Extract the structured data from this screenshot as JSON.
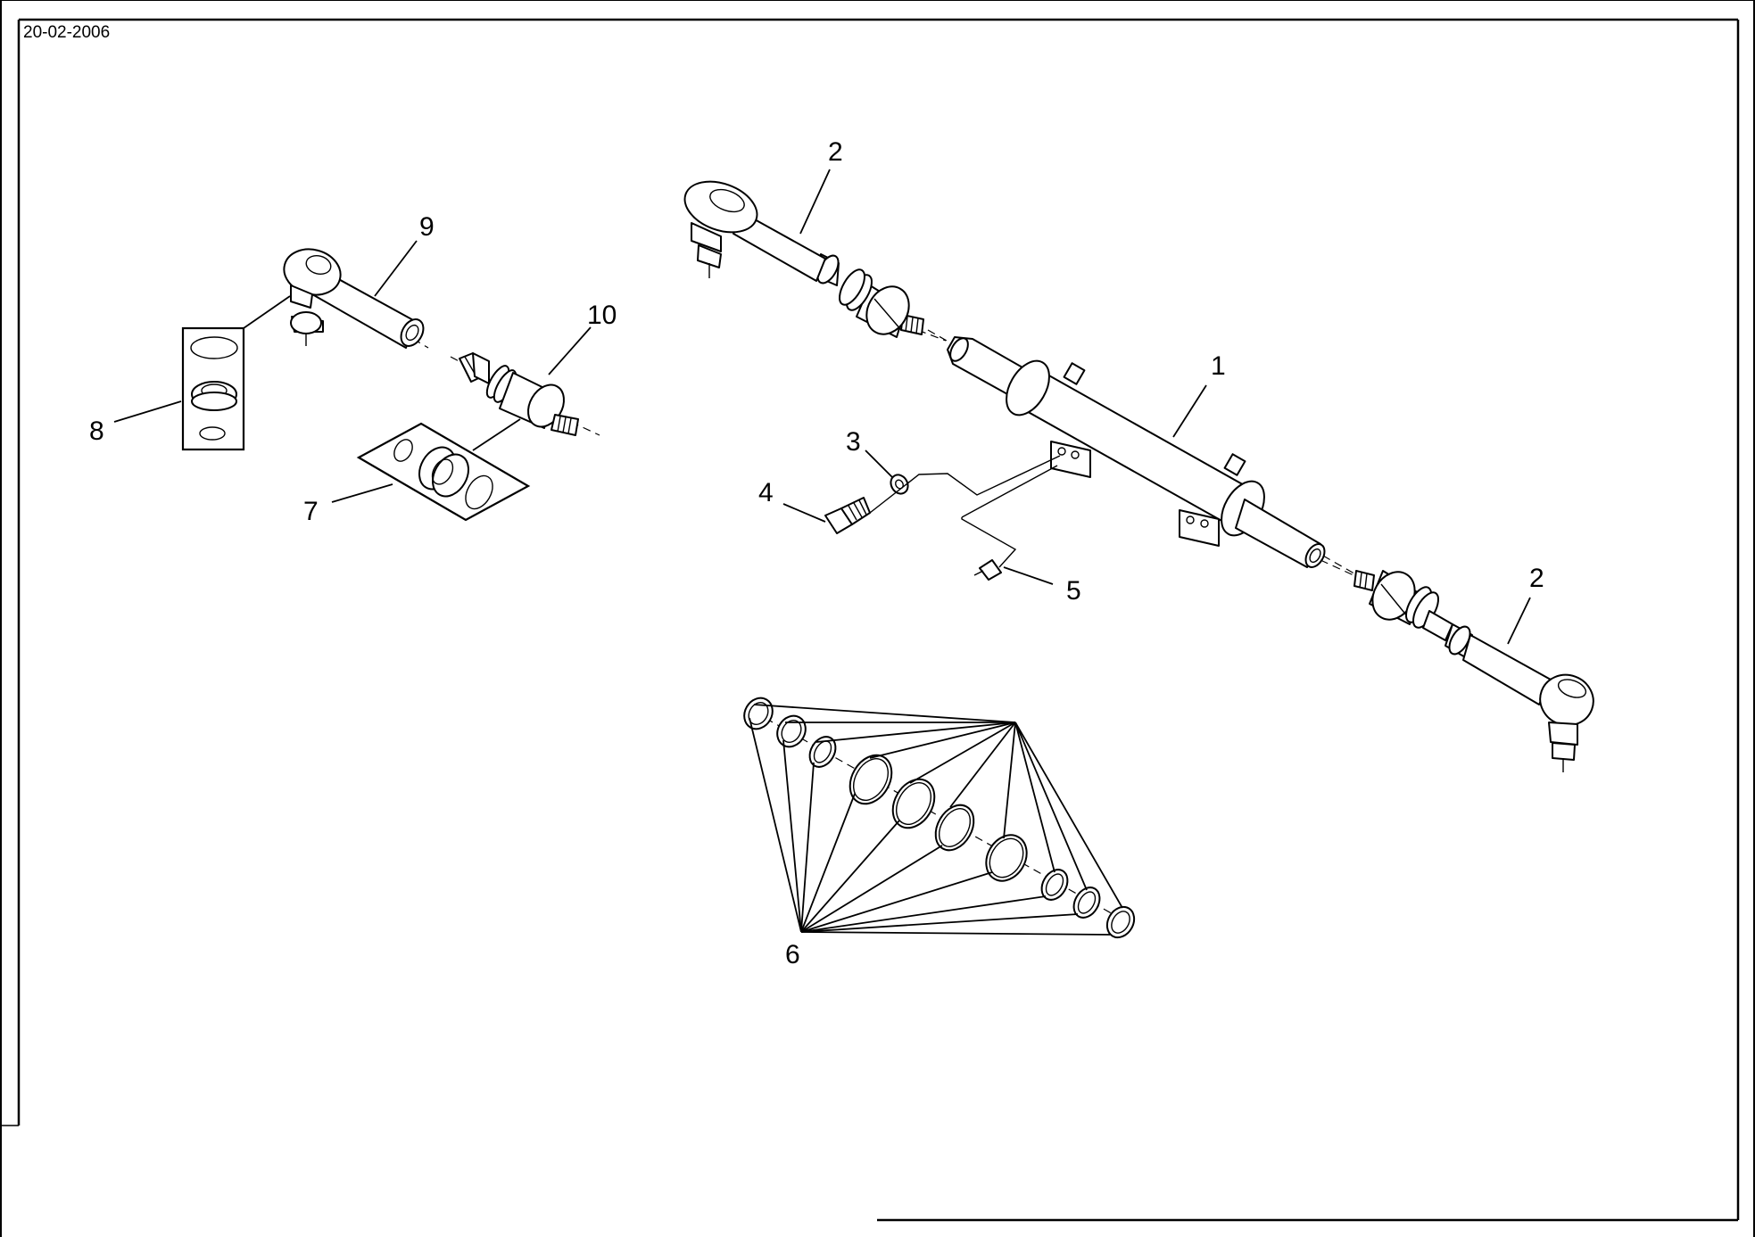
{
  "header": {
    "date": "20-02-2006"
  },
  "callouts": [
    "1",
    "2",
    "2",
    "3",
    "4",
    "5",
    "6",
    "7",
    "8",
    "9",
    "10"
  ]
}
